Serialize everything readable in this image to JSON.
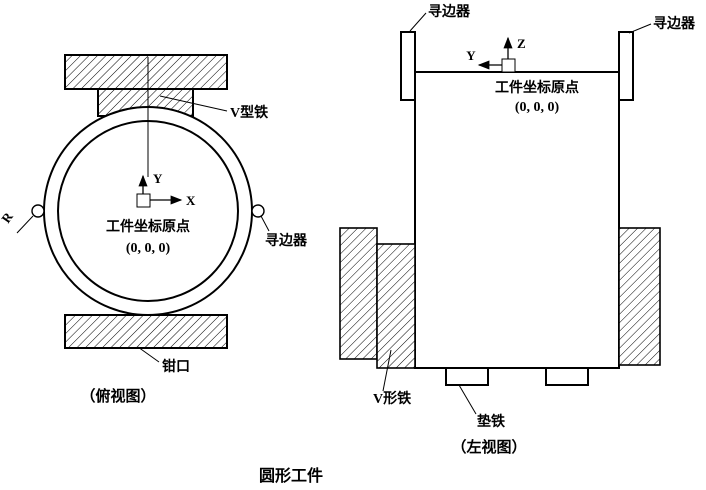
{
  "title": "圆形工件",
  "top_view": {
    "caption": "（俯视图）",
    "axis_x": "X",
    "axis_y": "Y",
    "origin_label": "工件坐标原点",
    "origin_coords": "(0, 0, 0)",
    "v_block_label": "V型铁",
    "edge_finder_label": "寻边器",
    "jaw_label": "钳口",
    "radius_label": "R"
  },
  "side_view": {
    "caption": "（左视图）",
    "axis_z": "Z",
    "axis_y": "Y",
    "origin_label": "工件坐标原点",
    "origin_coords": "(0, 0, 0)",
    "edge_finder_left_label": "寻边器",
    "edge_finder_right_label": "寻边器",
    "v_block_label": "V形铁",
    "pad_label": "垫铁"
  }
}
